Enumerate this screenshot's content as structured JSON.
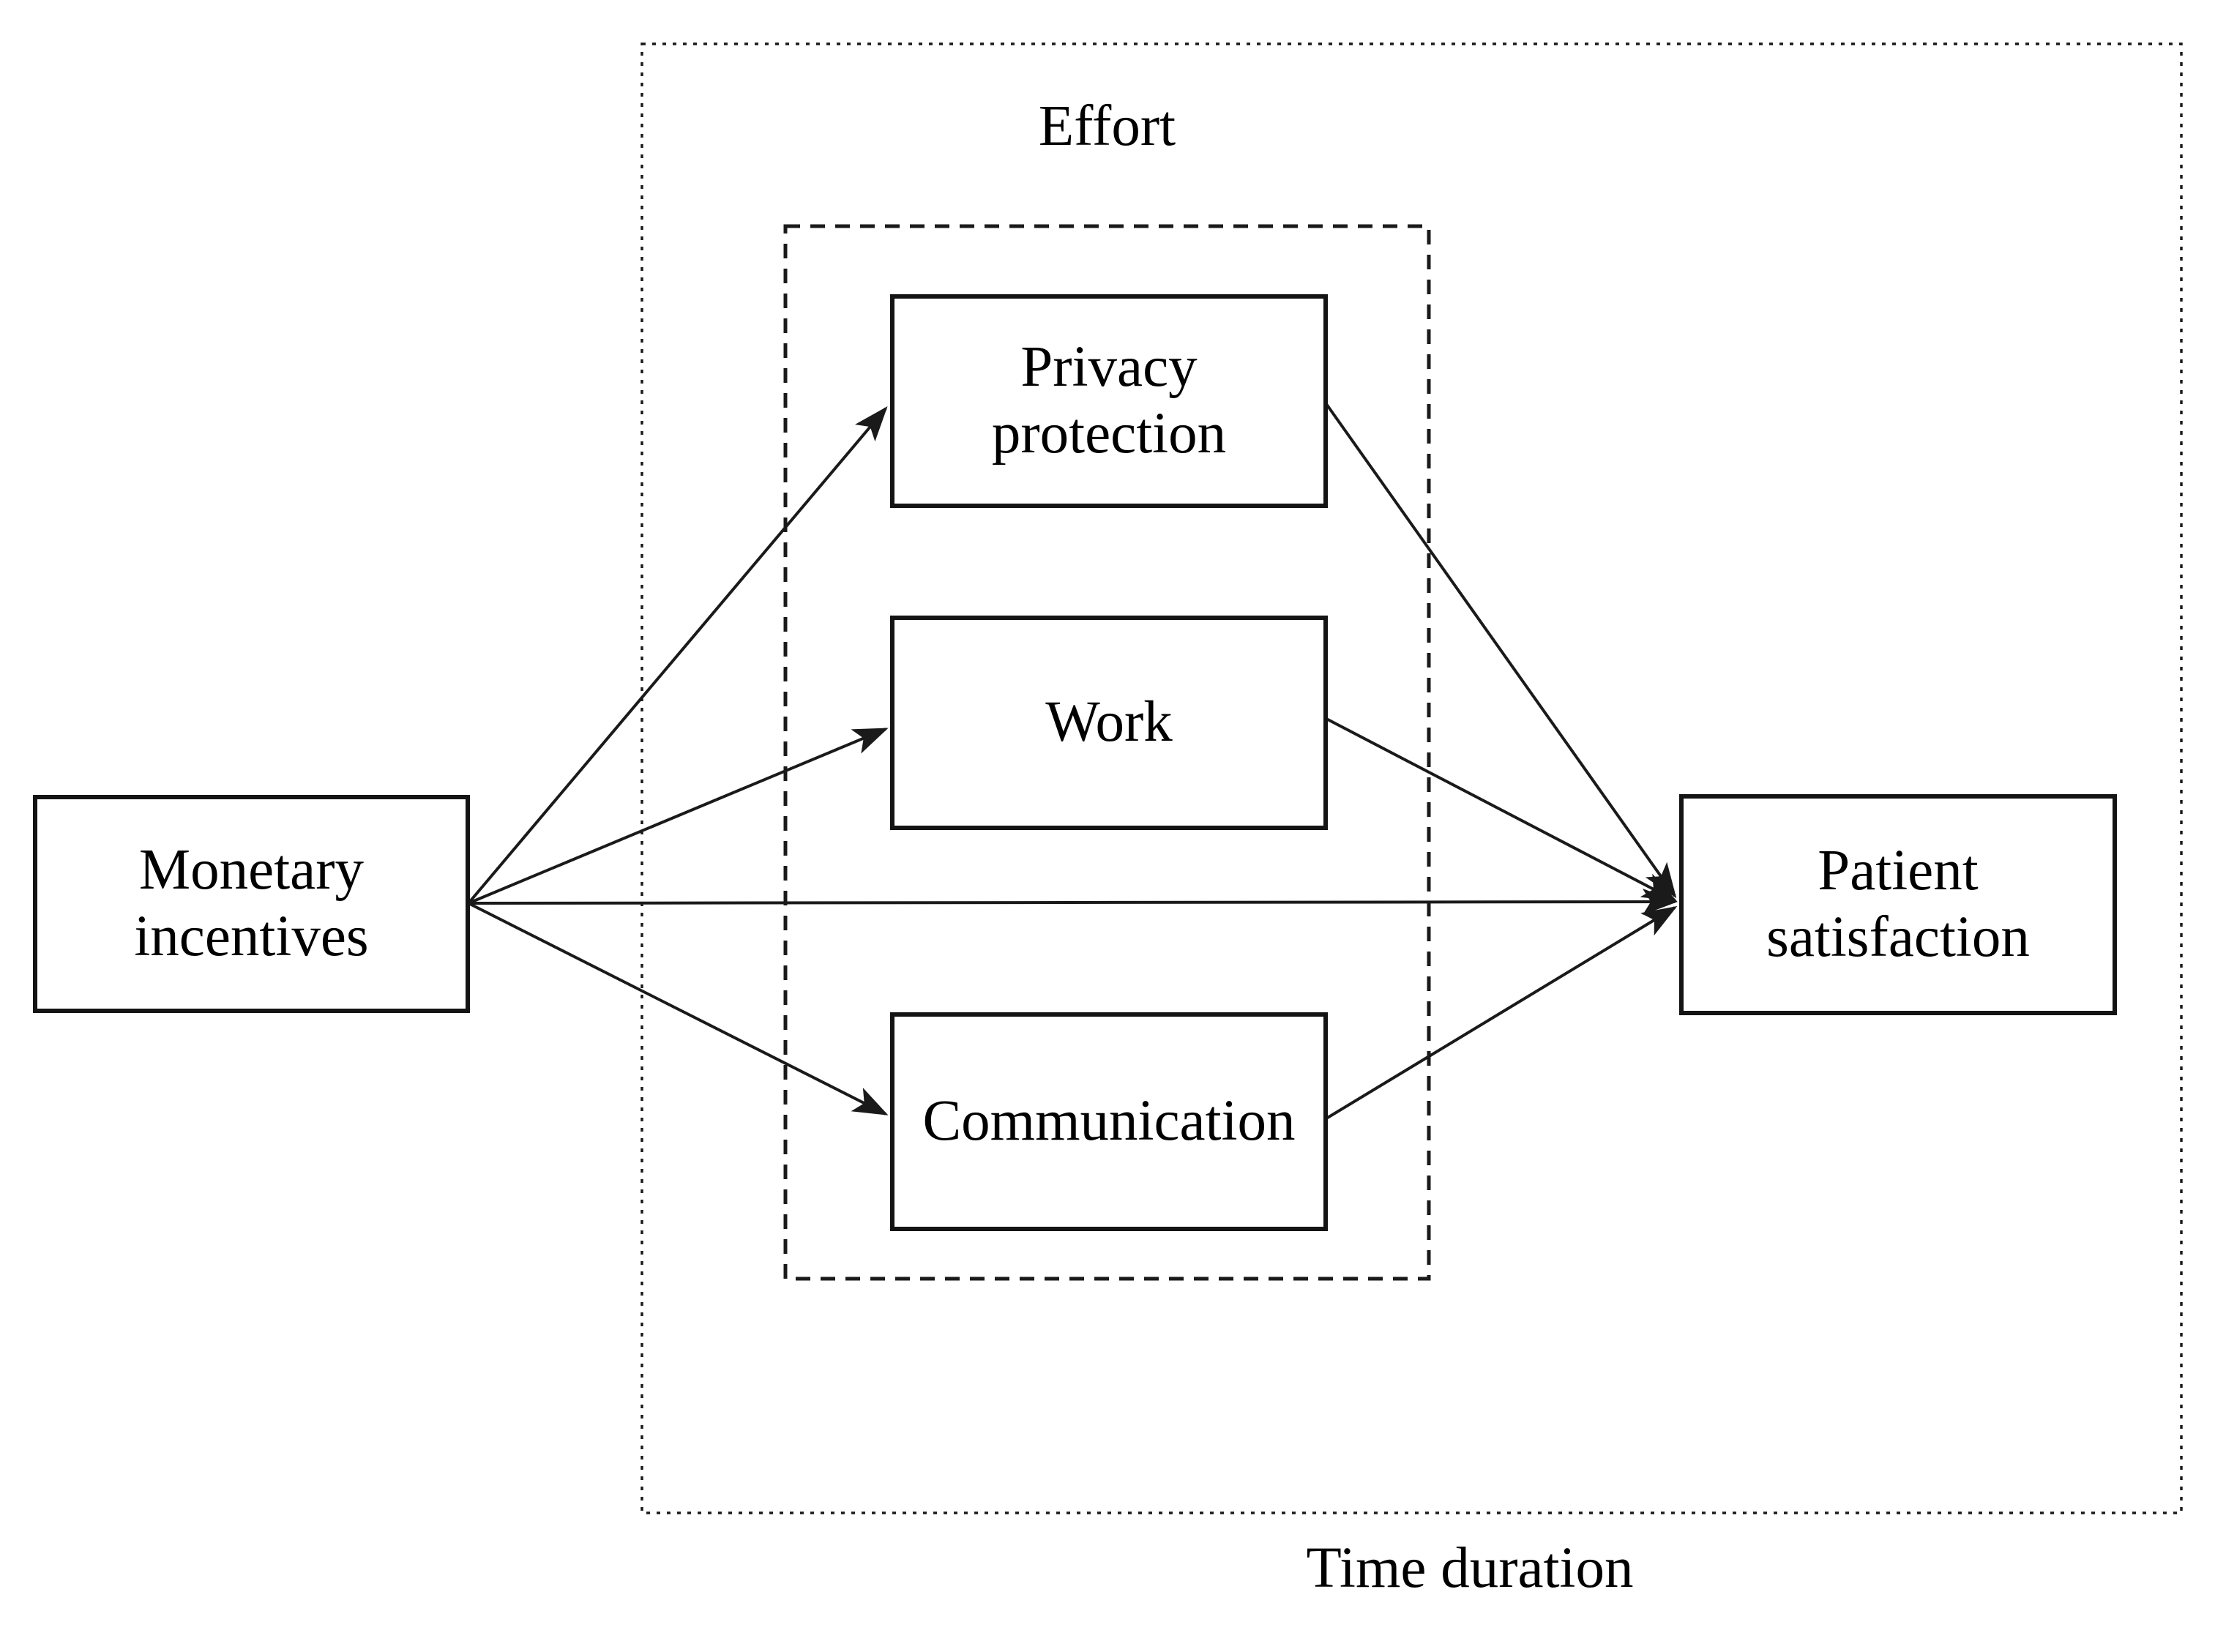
{
  "figure": {
    "type": "path-diagram",
    "background_color": "#ffffff",
    "stroke_color": "#1a1a1a",
    "text_color": "#000000"
  },
  "nodes": {
    "monetary_incentives": {
      "label": "Monetary incentives"
    },
    "privacy_protection": {
      "label": "Privacy protection"
    },
    "work": {
      "label": "Work"
    },
    "communication": {
      "label": "Communication"
    },
    "patient_satisfaction": {
      "label": "Patient satisfaction"
    }
  },
  "groups": {
    "effort": {
      "label": "Effort",
      "border_style": "dashed",
      "contains": [
        "privacy_protection",
        "work",
        "communication"
      ]
    },
    "time_duration": {
      "label": "Time duration",
      "border_style": "dotted",
      "contains": [
        "effort",
        "patient_satisfaction"
      ]
    }
  },
  "edges": [
    {
      "from": "monetary_incentives",
      "to": "privacy_protection"
    },
    {
      "from": "monetary_incentives",
      "to": "work"
    },
    {
      "from": "monetary_incentives",
      "to": "communication"
    },
    {
      "from": "monetary_incentives",
      "to": "patient_satisfaction"
    },
    {
      "from": "privacy_protection",
      "to": "patient_satisfaction"
    },
    {
      "from": "work",
      "to": "patient_satisfaction"
    },
    {
      "from": "communication",
      "to": "patient_satisfaction"
    }
  ]
}
